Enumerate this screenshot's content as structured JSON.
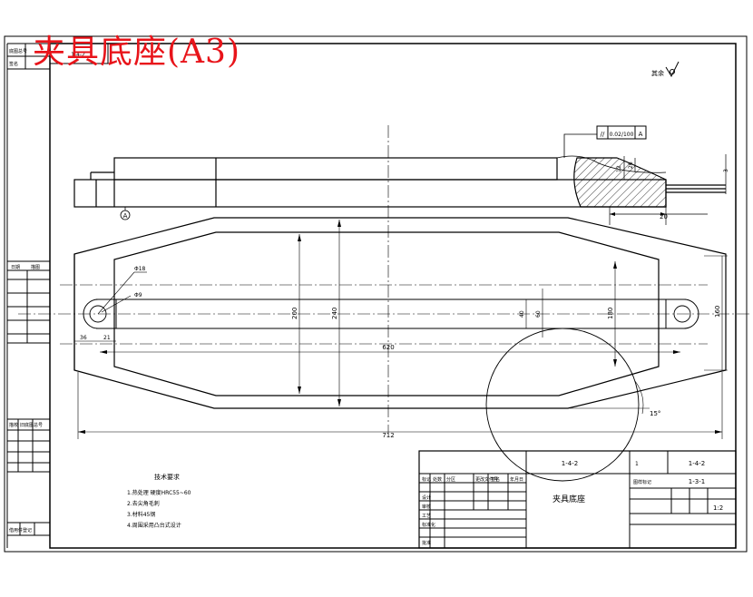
{
  "banner": {
    "title": "夹具底座(A3)"
  },
  "corner_code": "1-4-2",
  "roughness": {
    "label": "其余"
  },
  "tolerance_frame": {
    "symbol": "//",
    "value": "0.02/100",
    "datum": "A"
  },
  "datum_label": "A",
  "dimensions": {
    "overall_length": "712",
    "hole_span": "620",
    "center_width": "200",
    "outer_width": "240",
    "right_height": "180",
    "right_width": "160",
    "small_1": "40",
    "small_2": "60",
    "hole_dia_1": "Φ18",
    "hole_dia_2": "Φ9",
    "edge_1": "36",
    "edge_2": "21",
    "angle": "15°",
    "section_w": "20",
    "section_h1": "12",
    "section_h2": "26",
    "section_h3": "3"
  },
  "tech_req": {
    "title": "技术要求",
    "items": [
      "1.热处理  硬度HRC55~60",
      "2.去尖角毛刺",
      "3.材料45钢",
      "4.周围采用凸台式设计"
    ]
  },
  "title_block": {
    "part_code": "1-4-2",
    "part_name": "夹具底座",
    "drawing_no": "1-3-1",
    "scale": "1:2",
    "sheet_code": "1-4-2",
    "qty": "1",
    "material_label": "图样标记",
    "grid_labels": [
      "标记",
      "处数",
      "分区",
      "更改文件号",
      "签名",
      "年月日",
      "设计",
      "审核",
      "工艺",
      "标准化",
      "批准"
    ]
  },
  "left_column": {
    "labels": [
      "底图总号",
      "签名",
      "日期",
      "描图",
      "描校",
      "旧底图总号",
      "借用件登记"
    ]
  }
}
